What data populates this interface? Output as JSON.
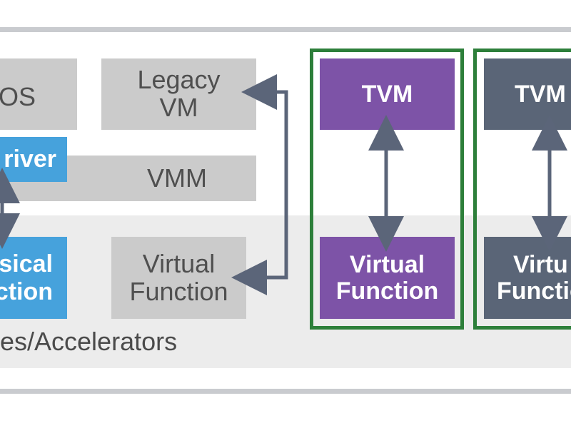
{
  "diagram": {
    "boxes": {
      "host_os": "t OS",
      "driver": "river",
      "vmm": "VMM",
      "legacy_vm": "Legacy\nVM",
      "physical_function": "sical\nction",
      "virtual_function_1": "Virtual\nFunction",
      "tvm_1": "TVM",
      "virtual_function_2": "Virtual\nFunction",
      "tvm_2": "TVM",
      "virtual_function_3": "Virtu\nFunctio"
    },
    "band_label": "es/Accelerators"
  },
  "colors": {
    "gray_box": "#cbcbcb",
    "blue_box": "#46a2dc",
    "purple_box": "#7d53a7",
    "slate_box": "#5a6577",
    "green_frame": "#2d7f3a",
    "arrow": "#5b6579"
  }
}
